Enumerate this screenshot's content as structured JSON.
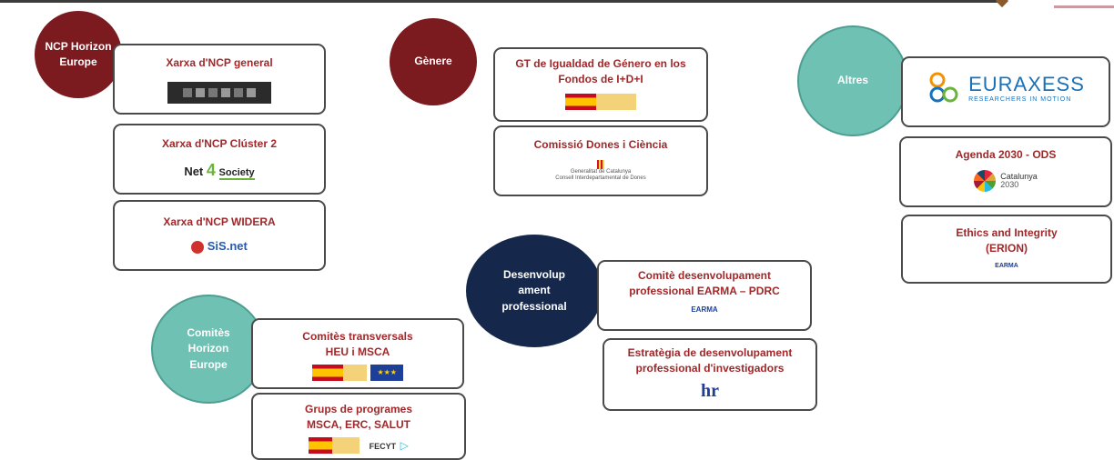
{
  "groups": {
    "ncp": {
      "label": "NCP Horizon Europe",
      "color": "#7b1a1f"
    },
    "genere": {
      "label": "Gènere",
      "color": "#7b1a1f"
    },
    "altres": {
      "label": "Altres",
      "color": "#6fc1b4"
    },
    "desenvolupament": {
      "label": "Desenvolup ament professional",
      "color": "#15284b"
    },
    "comites": {
      "label": "Comitès Horizon Europe",
      "color": "#6fc1b4"
    }
  },
  "boxes": {
    "xarxa_general": {
      "title": "Xarxa d'NCP general"
    },
    "xarxa_cluster2": {
      "title": "Xarxa d'NCP Clúster 2",
      "logo": {
        "net": "Net",
        "four": "4",
        "society": "Society"
      }
    },
    "xarxa_widera": {
      "title": "Xarxa d'NCP WIDERA",
      "logo": {
        "text": "SiS.net"
      }
    },
    "gt_igualdad": {
      "title": "GT de Igualdad de Género en los Fondos de I+D+I"
    },
    "comissio_dones": {
      "title": "Comissió Dones i Ciència",
      "logo": {
        "line1": "Generalitat de Catalunya",
        "line2": "Consell Interdepartamental de Dones"
      }
    },
    "euraxess": {
      "logo": {
        "name": "EURAXESS",
        "tagline": "RESEARCHERS IN MOTION"
      }
    },
    "agenda2030": {
      "title": "Agenda 2030 - ODS",
      "logo": {
        "line1": "Catalunya",
        "line2": "2030"
      }
    },
    "ethics": {
      "title": "Ethics and Integrity (ERION)",
      "logo": {
        "text": "EARMA"
      }
    },
    "comite_earma": {
      "title": "Comitè desenvolupament professional EARMA – PDRC",
      "logo": {
        "text": "EARMA"
      }
    },
    "estrategia": {
      "title": "Estratègia de desenvolupament professional d'investigadors",
      "logo": {
        "text": "hr"
      }
    },
    "comites_transversals": {
      "title": "Comitès transversals HEU i MSCA"
    },
    "grups_programes": {
      "title": "Grups de programes MSCA, ERC, SALUT",
      "logo": {
        "text": "FECYT"
      }
    }
  },
  "colors": {
    "box_title": "#a0282a",
    "box_border": "#4a4a4a",
    "eu_blue": "#1d3f9a",
    "euraxess_orange": "#f39200",
    "euraxess_blue": "#1a71b8",
    "euraxess_green": "#6bb33b"
  }
}
